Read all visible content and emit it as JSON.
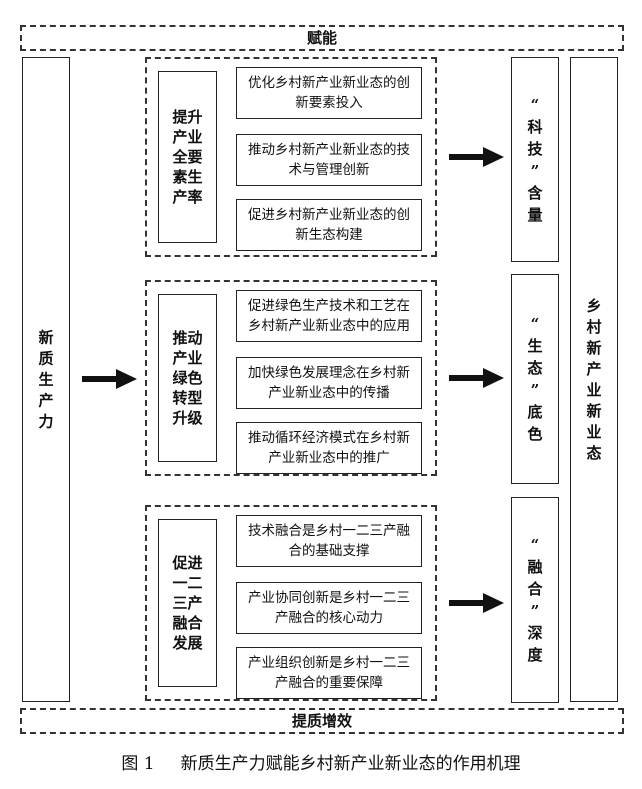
{
  "top_banner": "赋能",
  "bottom_banner": "提质增效",
  "left_column": "新质生产力",
  "right_column": "乡村新产业新业态",
  "groups": [
    {
      "category": "提升产业全要素生产率",
      "items": [
        "优化乡村新产业新业态的创新要素投入",
        "推动乡村新产业新业态的技术与管理创新",
        "促进乡村新产业新业态的创新生态构建"
      ],
      "outcome": [
        "“",
        "科",
        "技",
        "”",
        "含",
        "量"
      ]
    },
    {
      "category": "推动产业绿色转型升级",
      "items": [
        "促进绿色生产技术和工艺在乡村新产业新业态中的应用",
        "加快绿色发展理念在乡村新产业新业态中的传播",
        "推动循环经济模式在乡村新产业新业态中的推广"
      ],
      "outcome": [
        "“",
        "生",
        "态",
        "”",
        "底",
        "色"
      ]
    },
    {
      "category": "促进一二三产融合发展",
      "items": [
        "技术融合是乡村一二三产融合的基础支撑",
        "产业协同创新是乡村一二三产融合的核心动力",
        "产业组织创新是乡村一二三产融合的重要保障"
      ],
      "outcome": [
        "“",
        "融",
        "合",
        "”",
        "深",
        "度"
      ]
    }
  ],
  "caption": {
    "figure_label": "图 1",
    "title": "新质生产力赋能乡村新产业新业态的作用机理"
  }
}
